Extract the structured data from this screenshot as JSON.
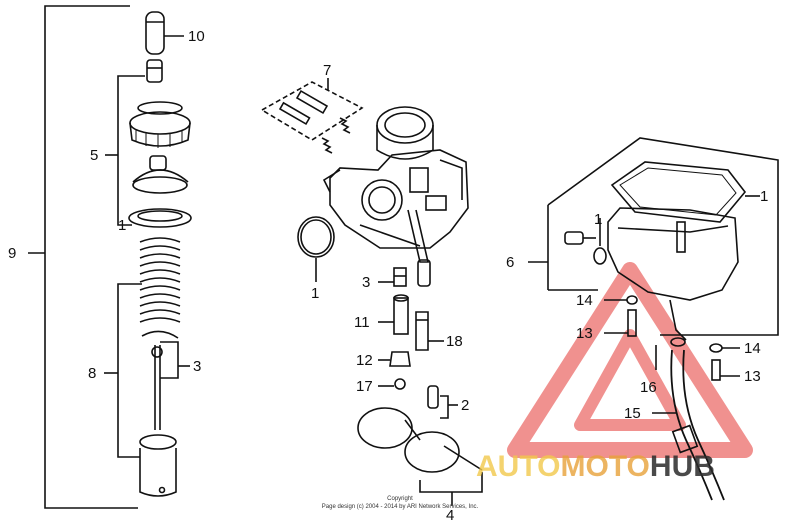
{
  "diagram": {
    "callouts": {
      "c10": "10",
      "c5": "5",
      "c1_left": "1",
      "c9": "9",
      "c8": "8",
      "c3_left": "3",
      "c7": "7",
      "c1_mid": "1",
      "c3_mid": "3",
      "c11": "11",
      "c18": "18",
      "c12": "12",
      "c17": "17",
      "c2": "2",
      "c4": "4",
      "c1_right_top": "1",
      "c1_right_small": "1",
      "c6": "6",
      "c14_a": "14",
      "c13_a": "13",
      "c14_b": "14",
      "c13_b": "13",
      "c16": "16",
      "c15": "15"
    },
    "copyright": {
      "line1": "Copyright",
      "line2": "Page design (c) 2004 - 2014 by ARI Network Services, Inc."
    }
  },
  "watermark": {
    "part1": "AUTO",
    "part2": "MOTO",
    "part3": "HUB",
    "colors": {
      "auto": "#f2c94c",
      "moto": "#e8b04a",
      "hub": "#2b2b2b",
      "triangle": "#e53935"
    }
  }
}
